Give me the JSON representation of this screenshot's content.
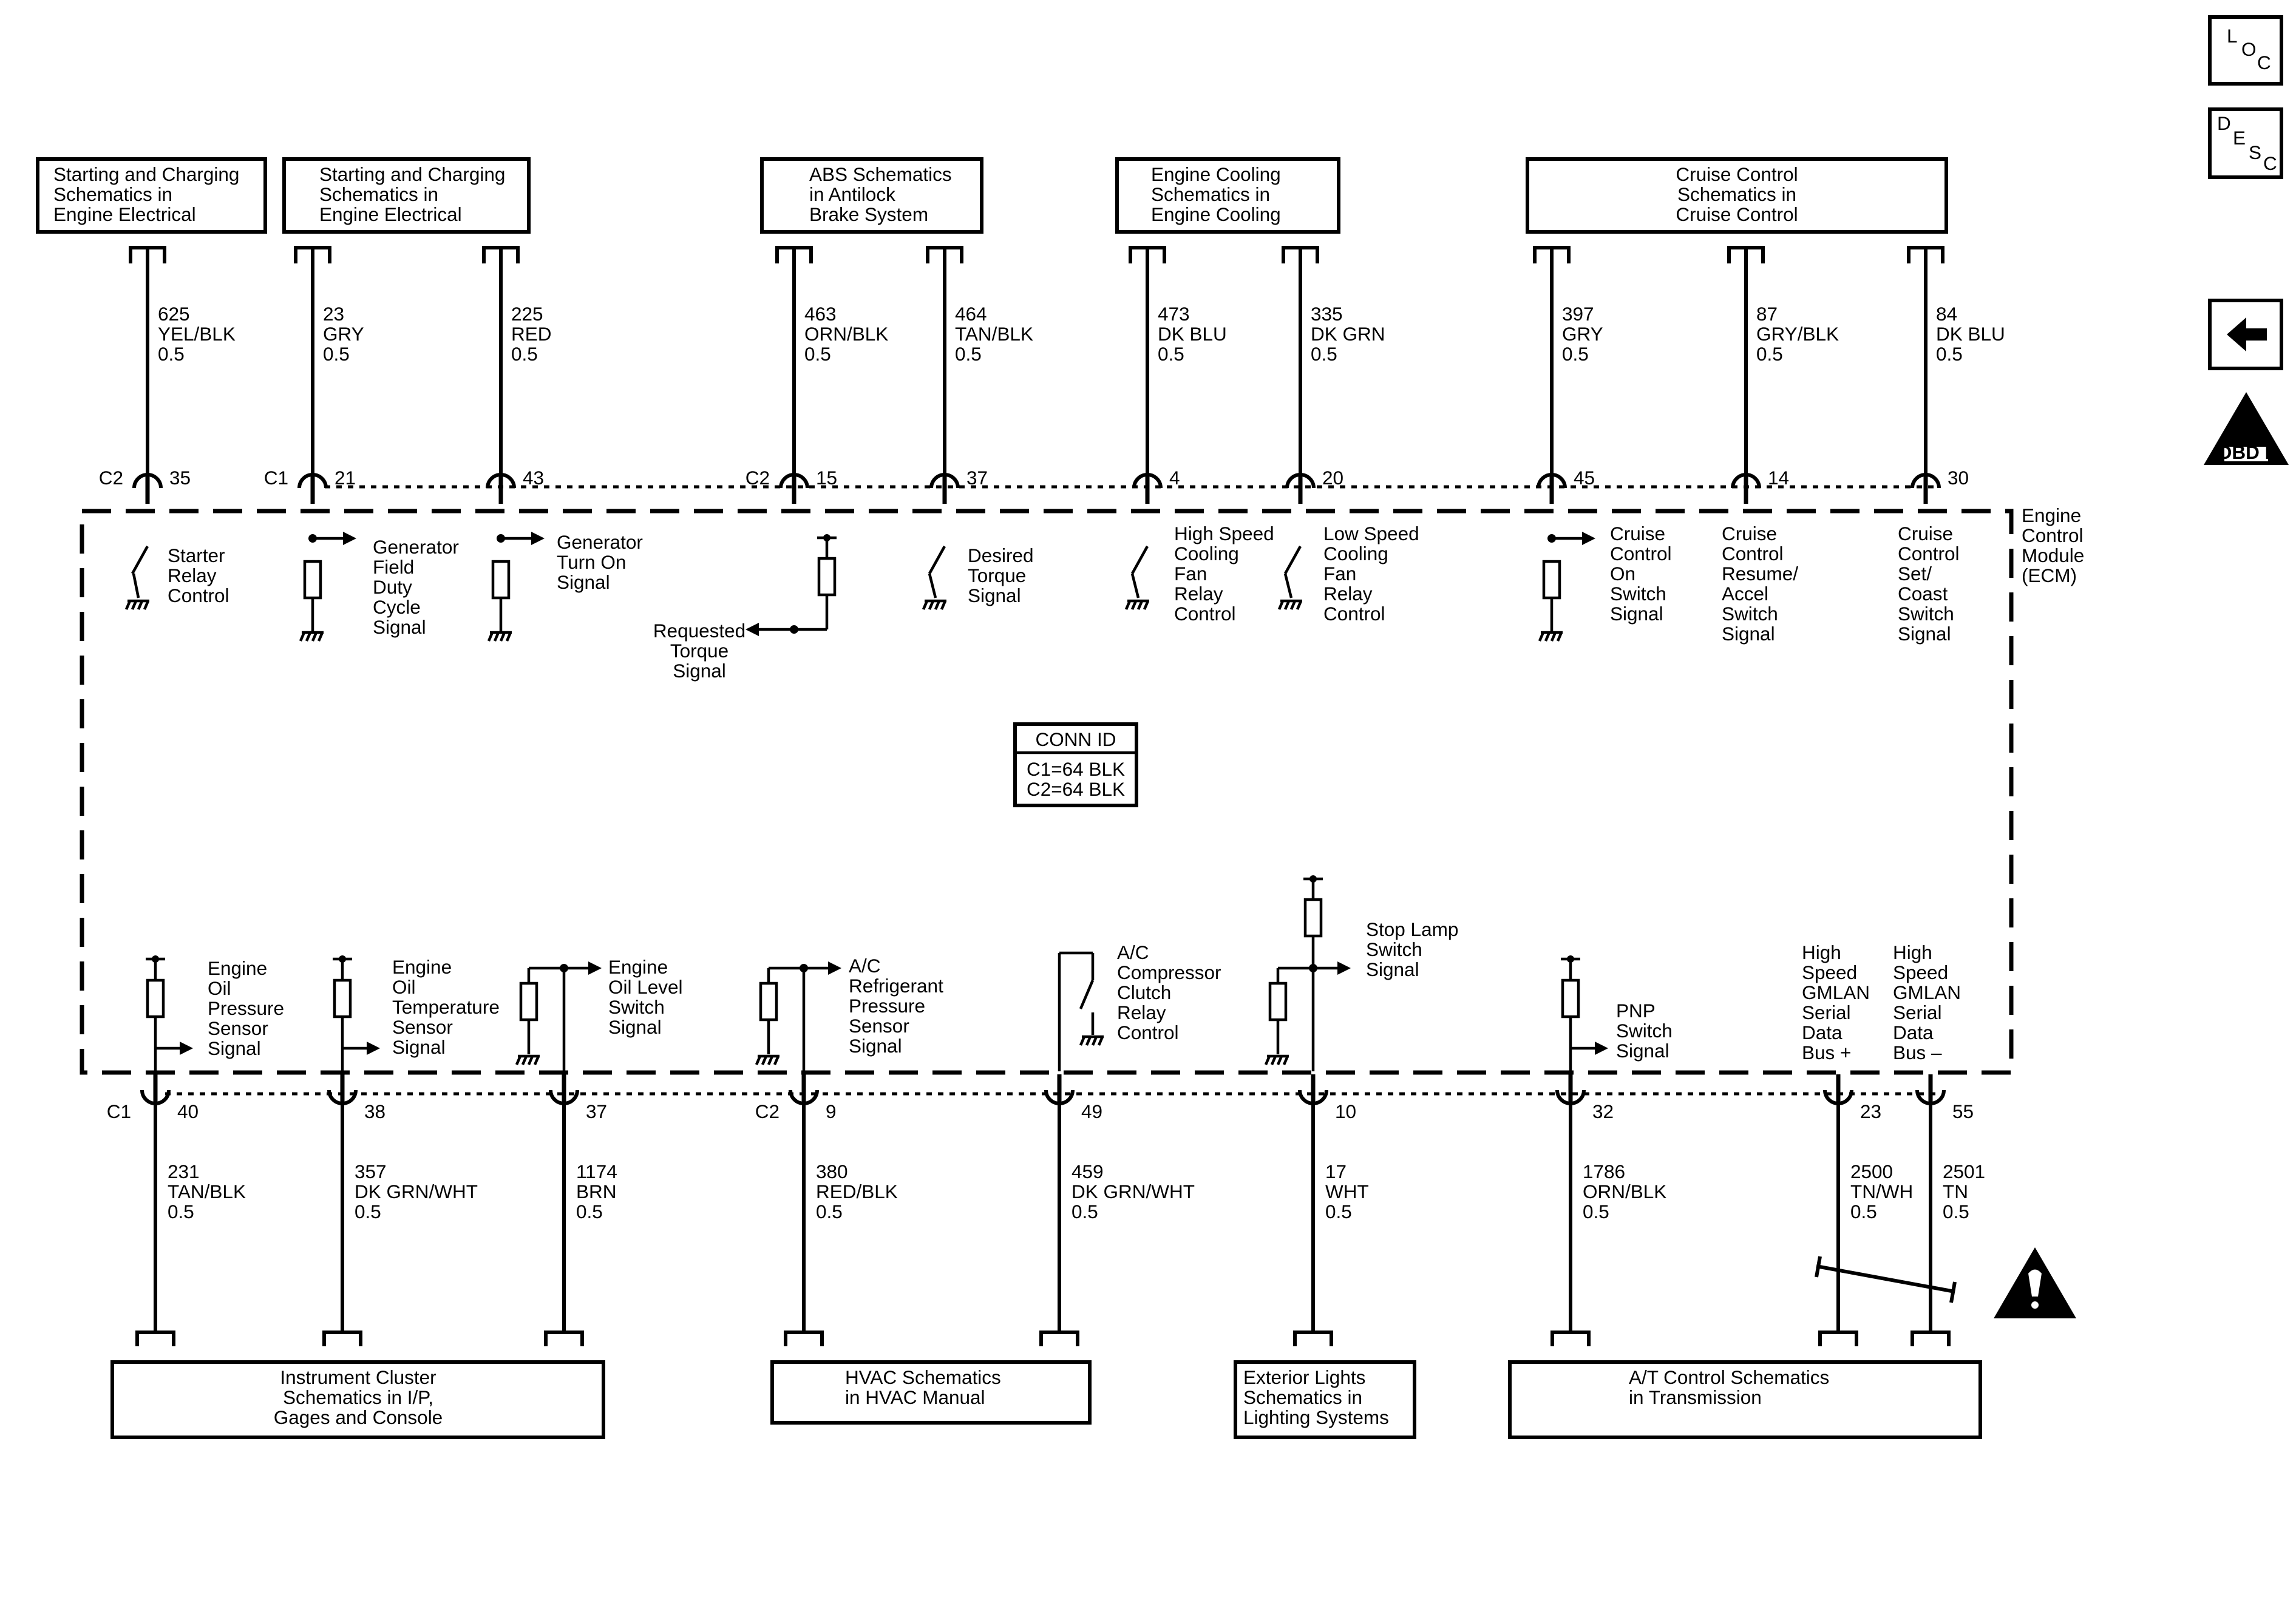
{
  "module_label": [
    "Engine",
    "Control",
    "Module",
    "(ECM)"
  ],
  "conn_id": {
    "title": "CONN ID",
    "lines": [
      "C1=64 BLK",
      "C2=64 BLK"
    ]
  },
  "nav": {
    "loc": [
      "L",
      "O",
      "C"
    ],
    "desc": [
      "D",
      "E",
      "S",
      "C"
    ],
    "back_icon": "arrow-left-icon",
    "obd": {
      "numeral": "II",
      "label": "OBD II"
    },
    "warning_icon": "warning-triangle-icon"
  },
  "top_boxes": [
    {
      "id": "starting1",
      "lines": [
        "Starting and Charging",
        "Schematics in",
        "Engine Electrical"
      ]
    },
    {
      "id": "starting2",
      "lines": [
        "Starting and Charging",
        "Schematics in",
        "Engine Electrical"
      ]
    },
    {
      "id": "abs",
      "lines": [
        "ABS Schematics",
        "in Antilock",
        "Brake System"
      ]
    },
    {
      "id": "cooling",
      "lines": [
        "Engine Cooling",
        "Schematics in",
        "Engine Cooling"
      ]
    },
    {
      "id": "cruise",
      "lines": [
        "Cruise Control",
        "Schematics in",
        "Cruise Control"
      ]
    }
  ],
  "bottom_boxes": [
    {
      "id": "cluster",
      "lines": [
        "Instrument Cluster",
        "Schematics in I/P,",
        "Gages and Console"
      ]
    },
    {
      "id": "hvac",
      "lines": [
        "HVAC Schematics",
        "in HVAC Manual"
      ]
    },
    {
      "id": "lights",
      "lines": [
        "Exterior Lights",
        "Schematics in",
        "Lighting Systems"
      ]
    },
    {
      "id": "at",
      "lines": [
        "A/T Control Schematics",
        "in Transmission"
      ]
    }
  ],
  "top_wires": [
    {
      "circuit": "625",
      "color": "YEL/BLK",
      "gauge": "0.5",
      "connector": "C2",
      "pin": "35",
      "function": [
        "Starter",
        "Relay",
        "Control"
      ]
    },
    {
      "circuit": "23",
      "color": "GRY",
      "gauge": "0.5",
      "connector": "C1",
      "pin": "21",
      "function": [
        "Generator",
        "Field",
        "Duty",
        "Cycle",
        "Signal"
      ]
    },
    {
      "circuit": "225",
      "color": "RED",
      "gauge": "0.5",
      "connector": "",
      "pin": "43",
      "function": [
        "Generator",
        "Turn On",
        "Signal"
      ]
    },
    {
      "circuit": "463",
      "color": "ORN/BLK",
      "gauge": "0.5",
      "connector": "C2",
      "pin": "15",
      "function": [
        "Requested",
        "Torque",
        "Signal"
      ]
    },
    {
      "circuit": "464",
      "color": "TAN/BLK",
      "gauge": "0.5",
      "connector": "",
      "pin": "37",
      "function": [
        "Desired",
        "Torque",
        "Signal"
      ]
    },
    {
      "circuit": "473",
      "color": "DK BLU",
      "gauge": "0.5",
      "connector": "",
      "pin": "4",
      "function": [
        "High Speed",
        "Cooling",
        "Fan",
        "Relay",
        "Control"
      ]
    },
    {
      "circuit": "335",
      "color": "DK GRN",
      "gauge": "0.5",
      "connector": "",
      "pin": "20",
      "function": [
        "Low Speed",
        "Cooling",
        "Fan",
        "Relay",
        "Control"
      ]
    },
    {
      "circuit": "397",
      "color": "GRY",
      "gauge": "0.5",
      "connector": "",
      "pin": "45",
      "function": [
        "Cruise",
        "Control",
        "On",
        "Switch",
        "Signal"
      ]
    },
    {
      "circuit": "87",
      "color": "GRY/BLK",
      "gauge": "0.5",
      "connector": "",
      "pin": "14",
      "function": [
        "Cruise",
        "Control",
        "Resume/",
        "Accel",
        "Switch",
        "Signal"
      ]
    },
    {
      "circuit": "84",
      "color": "DK BLU",
      "gauge": "0.5",
      "connector": "",
      "pin": "30",
      "function": [
        "Cruise",
        "Control",
        "Set/",
        "Coast",
        "Switch",
        "Signal"
      ]
    }
  ],
  "bottom_wires": [
    {
      "circuit": "231",
      "color": "TAN/BLK",
      "gauge": "0.5",
      "connector": "C1",
      "pin": "40",
      "function": [
        "Engine",
        "Oil",
        "Pressure",
        "Sensor",
        "Signal"
      ]
    },
    {
      "circuit": "357",
      "color": "DK GRN/WHT",
      "gauge": "0.5",
      "connector": "",
      "pin": "38",
      "function": [
        "Engine",
        "Oil",
        "Temperature",
        "Sensor",
        "Signal"
      ]
    },
    {
      "circuit": "1174",
      "color": "BRN",
      "gauge": "0.5",
      "connector": "",
      "pin": "37",
      "function": [
        "Engine",
        "Oil Level",
        "Switch",
        "Signal"
      ]
    },
    {
      "circuit": "380",
      "color": "RED/BLK",
      "gauge": "0.5",
      "connector": "C2",
      "pin": "9",
      "function": [
        "A/C",
        "Refrigerant",
        "Pressure",
        "Sensor",
        "Signal"
      ]
    },
    {
      "circuit": "459",
      "color": "DK GRN/WHT",
      "gauge": "0.5",
      "connector": "",
      "pin": "49",
      "function": [
        "A/C",
        "Compressor",
        "Clutch",
        "Relay",
        "Control"
      ]
    },
    {
      "circuit": "17",
      "color": "WHT",
      "gauge": "0.5",
      "connector": "",
      "pin": "10",
      "function": [
        "Stop Lamp",
        "Switch",
        "Signal"
      ]
    },
    {
      "circuit": "1786",
      "color": "ORN/BLK",
      "gauge": "0.5",
      "connector": "",
      "pin": "32",
      "function": [
        "PNP",
        "Switch",
        "Signal"
      ]
    },
    {
      "circuit": "2500",
      "color": "TN/WH",
      "gauge": "0.5",
      "connector": "",
      "pin": "23",
      "function": [
        "High",
        "Speed",
        "GMLAN",
        "Serial",
        "Data",
        "Bus +"
      ]
    },
    {
      "circuit": "2501",
      "color": "TN",
      "gauge": "0.5",
      "connector": "",
      "pin": "55",
      "function": [
        "High",
        "Speed",
        "GMLAN",
        "Serial",
        "Data",
        "Bus –"
      ]
    }
  ]
}
